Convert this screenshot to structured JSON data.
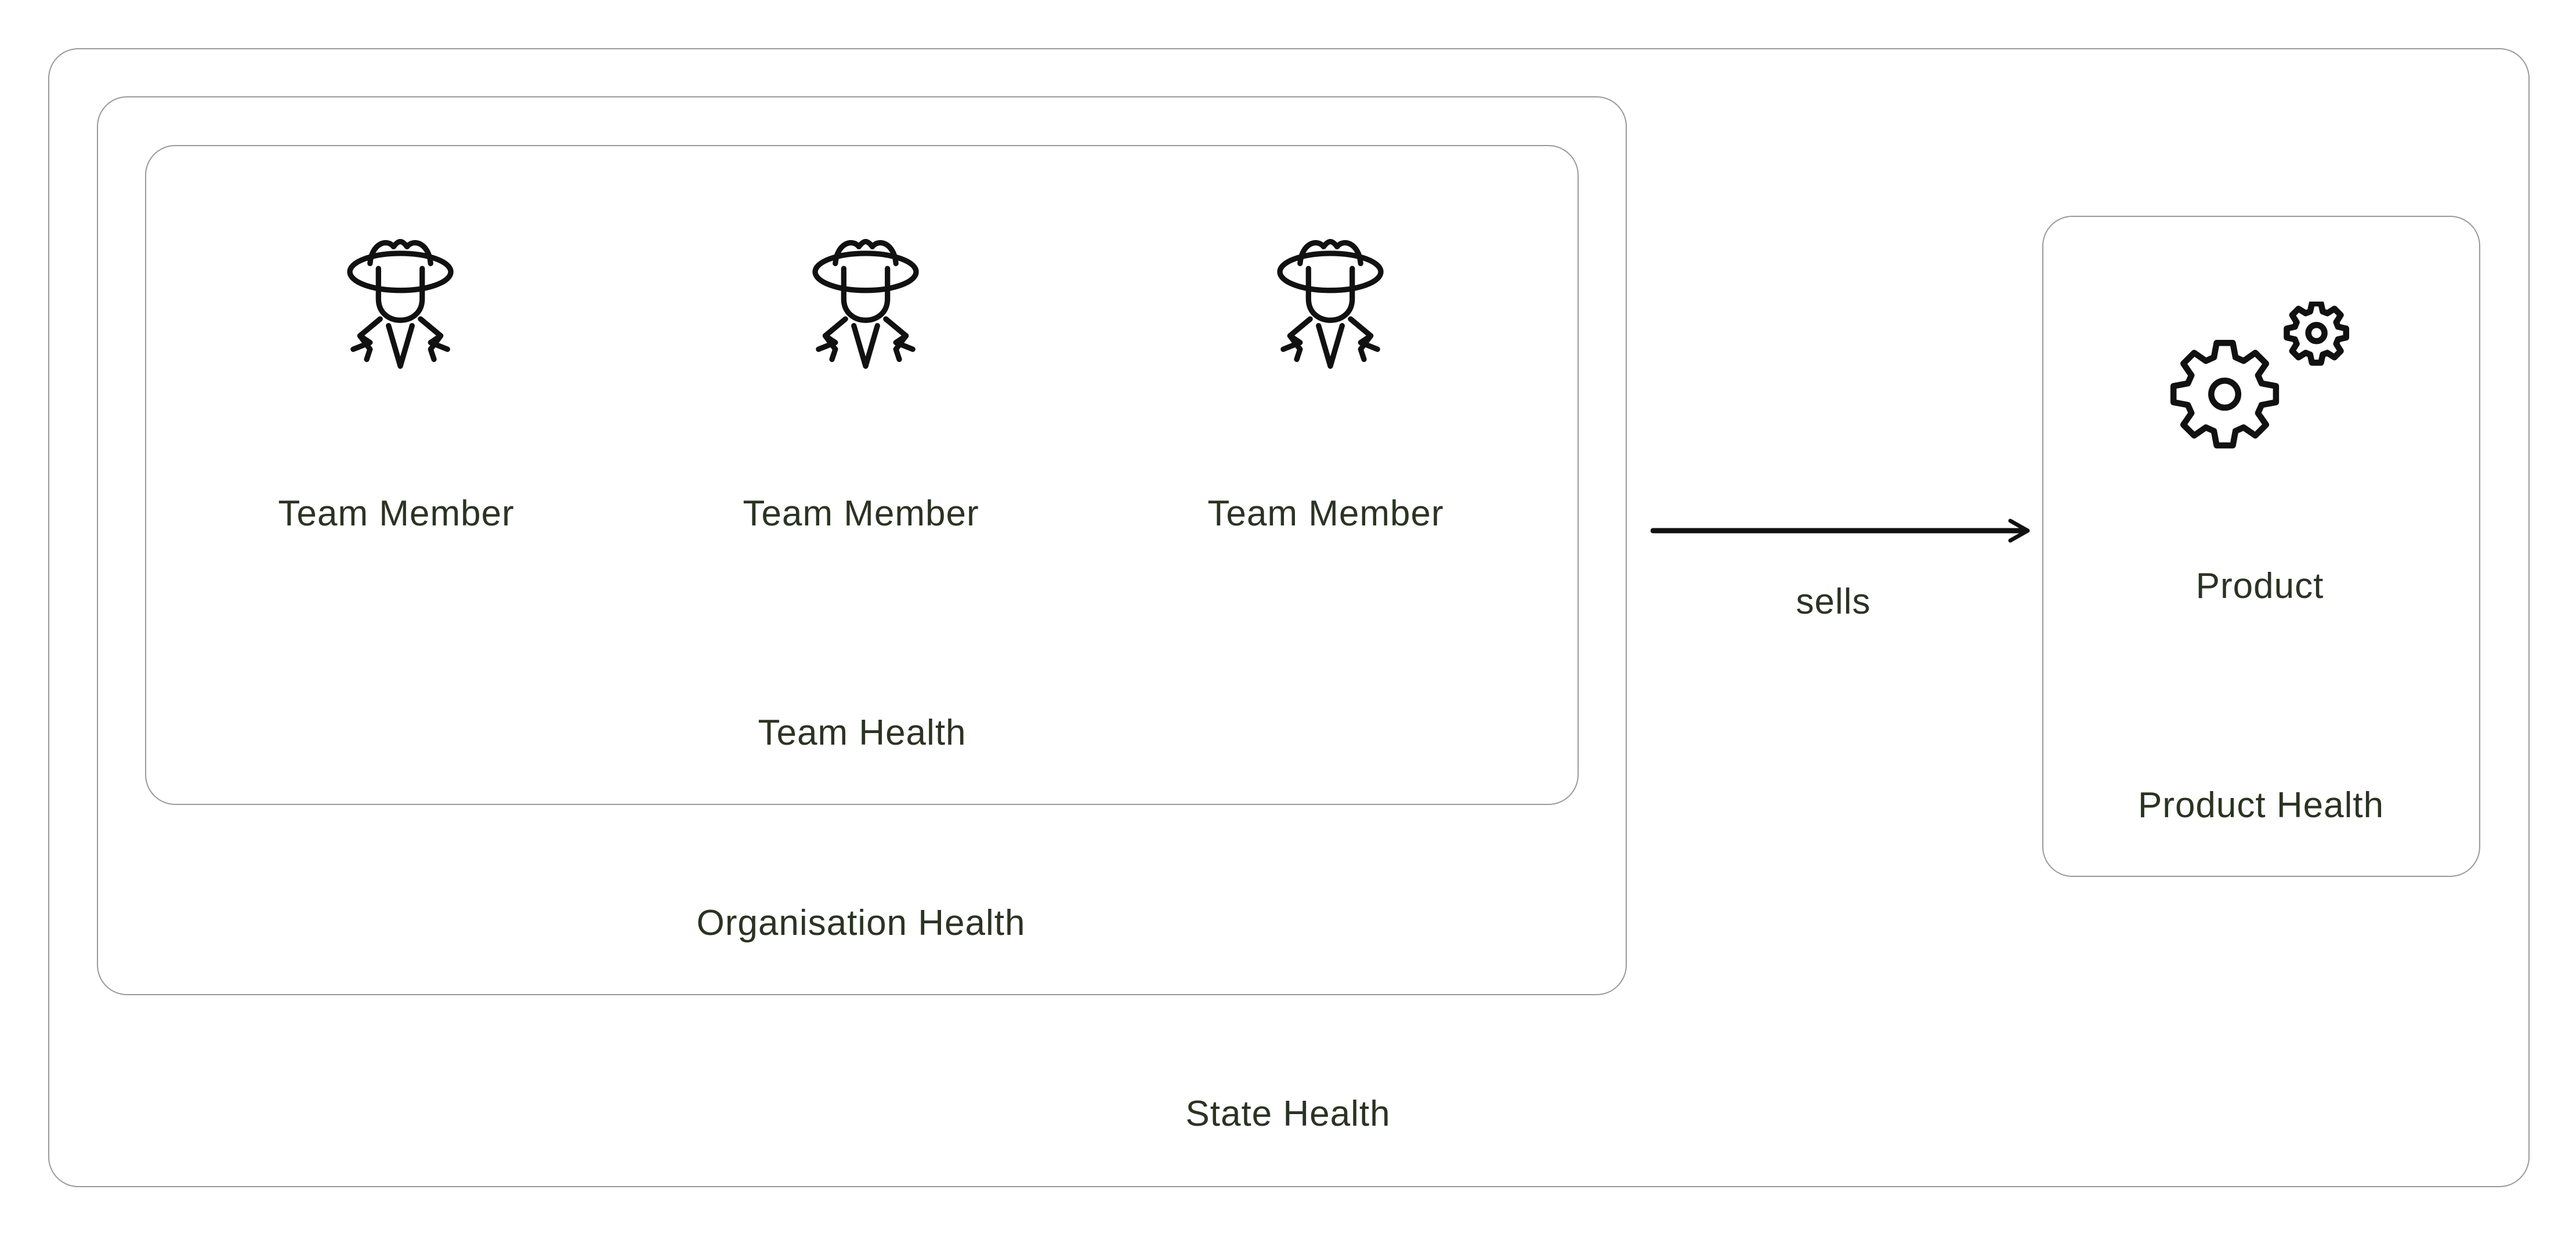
{
  "diagram": {
    "containers": {
      "state": "State Health",
      "organisation": "Organisation Health",
      "team": "Team Health",
      "product": "Product Health"
    },
    "team_members": [
      {
        "label": "Team Member",
        "icon": "spy-person-icon"
      },
      {
        "label": "Team Member",
        "icon": "spy-person-icon"
      },
      {
        "label": "Team Member",
        "icon": "spy-person-icon"
      }
    ],
    "product": {
      "label": "Product",
      "icon": "gears-icon"
    },
    "relation": {
      "label": "sells",
      "from": "Organisation Health",
      "to": "Product Health"
    },
    "colors": {
      "border": "#9a9a9a",
      "text": "#2b3322",
      "stroke": "#111111"
    }
  }
}
